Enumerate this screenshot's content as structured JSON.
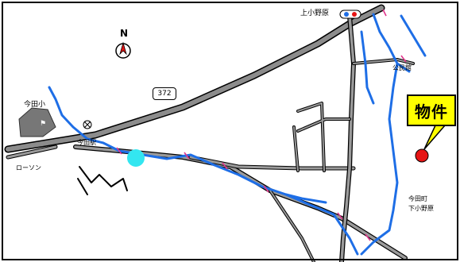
{
  "map": {
    "labels": {
      "station_top": "上小野原",
      "school": "今田小",
      "imada_station": "今田駅",
      "lawson": "ローソン",
      "community_hall": "公民館",
      "town_line1": "今田町",
      "town_line2": "下小野原"
    },
    "route_number": "372",
    "north_symbol": "N",
    "property_label": "物件",
    "colors": {
      "road": "#808080",
      "river": "#1e6ee6",
      "property_marker": "#e61414",
      "location_dot": "#33e6f0",
      "callout_fill": "#ffff00",
      "bridge": "#e0338a",
      "school_fill": "#777777"
    },
    "icons": [
      "north-arrow-icon",
      "station-icon",
      "school-icon",
      "police-box-icon",
      "property-marker-icon",
      "current-location-icon"
    ]
  }
}
